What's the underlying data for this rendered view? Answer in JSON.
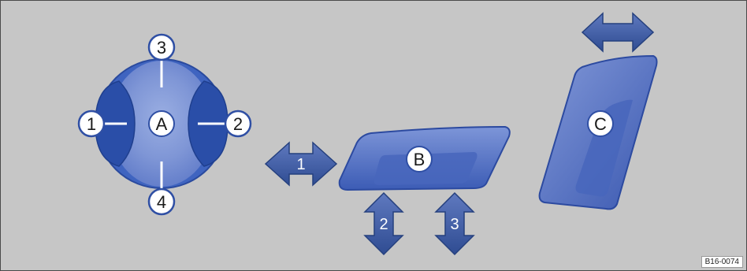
{
  "control_a": {
    "center_label": "A",
    "callouts": {
      "top": "3",
      "left": "1",
      "right": "2",
      "bottom": "4"
    }
  },
  "control_b": {
    "center_label": "B",
    "arrows": {
      "horizontal": "1",
      "vertical_front": "2",
      "vertical_rear": "3"
    }
  },
  "control_c": {
    "center_label": "C"
  },
  "figure_code": "B16-0074",
  "colors": {
    "background": "#c6c6c6",
    "control_dark": "#2b4ea6",
    "control_mid": "#4469c4",
    "control_light": "#8fa4dc",
    "arrow": "#3a5aa0",
    "callout_fill": "#ffffff"
  }
}
